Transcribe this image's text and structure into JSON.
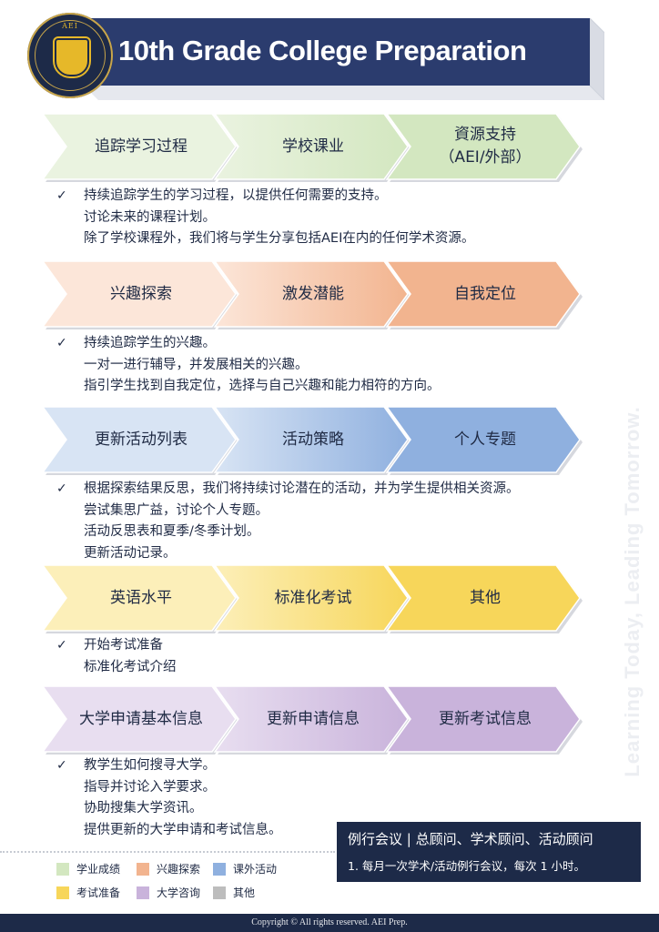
{
  "header": {
    "title": "10th Grade College Preparation",
    "logo_text": "AEI",
    "banner_color": "#2b3c6e"
  },
  "sections": [
    {
      "color": "#d3e7c0",
      "light": "#eaf3e0",
      "steps": [
        "追踪学习过程",
        "学校课业",
        "資源支持\n（AEI/外部）"
      ],
      "notes": [
        "持续追踪学生的学习过程，以提供任何需要的支持。",
        "讨论未来的课程计划。",
        "除了学校课程外，我们将与学生分享包括AEI在内的任何学术资源。"
      ]
    },
    {
      "color": "#f2b48f",
      "light": "#fce6d9",
      "steps": [
        "兴趣探索",
        "激发潜能",
        "自我定位"
      ],
      "notes": [
        "持续追踪学生的兴趣。",
        "一对一进行辅导，并发展相关的兴趣。",
        "指引学生找到自我定位，选择与自己兴趣和能力相符的方向。"
      ]
    },
    {
      "color": "#8fb0df",
      "light": "#d8e4f4",
      "steps": [
        "更新活动列表",
        "活动策略",
        "个人专题"
      ],
      "notes": [
        "根据探索结果反思，我们将持续讨论潜在的活动，并为学生提供相关资源。",
        "尝试集思广益，讨论个人专题。",
        "活动反思表和夏季/冬季计划。",
        "更新活动记录。"
      ]
    },
    {
      "color": "#f7d65a",
      "light": "#fcefb9",
      "steps": [
        "英语水平",
        "标准化考试",
        "其他"
      ],
      "notes": [
        "开始考试准备",
        "标准化考试介绍"
      ]
    },
    {
      "color": "#c9b3db",
      "light": "#e8def0",
      "steps": [
        "大学申请基本信息",
        "更新申请信息",
        "更新考试信息"
      ],
      "notes": [
        "教学生如何搜寻大学。",
        "指导并讨论入学要求。",
        "协助搜集大学资讯。",
        "提供更新的大学申请和考试信息。"
      ]
    }
  ],
  "check_symbol": "✓",
  "watermark": "Learning Today, Leading Tomorrow.",
  "legend": [
    {
      "label": "学业成绩",
      "color": "#d3e7c0"
    },
    {
      "label": "兴趣探索",
      "color": "#f2b48f"
    },
    {
      "label": "课外活动",
      "color": "#8fb0df"
    },
    {
      "label": "考试准备",
      "color": "#f7d65a"
    },
    {
      "label": "大学咨询",
      "color": "#c9b3db"
    },
    {
      "label": "其他",
      "color": "#bdbdbd"
    }
  ],
  "meeting": {
    "heading": "例行会议 | 总顾问、学术顾问、活动顾问",
    "body": "1. 每月一次学术/活动例行会议，每次 1 小时。"
  },
  "footer": {
    "copyright": "Copyright © All rights reserved. AEI Prep."
  }
}
